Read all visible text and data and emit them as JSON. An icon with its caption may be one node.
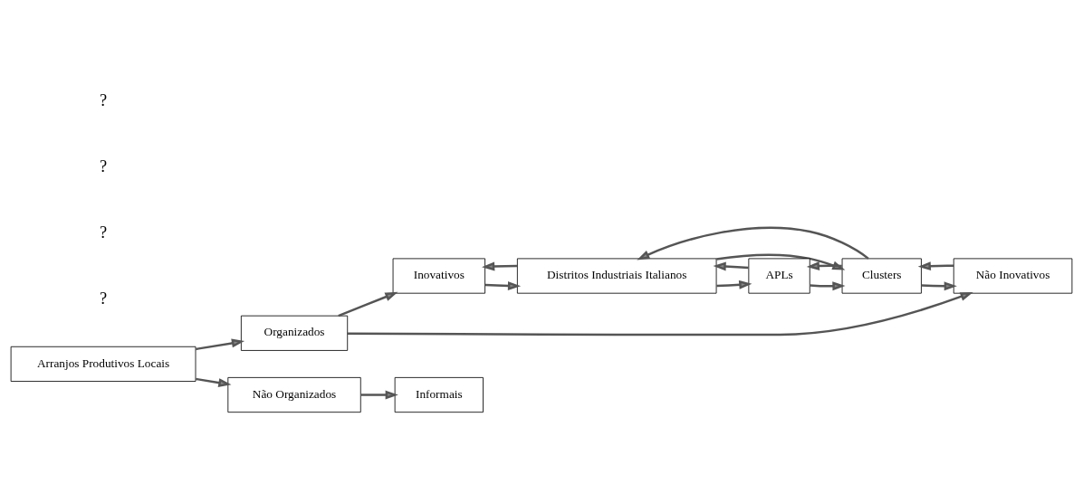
{
  "diagram": {
    "nodes": [
      {
        "text": [
          "Arranjos Produtivos Locais"
        ]
      },
      {
        "text": [
          "Organizados"
        ]
      },
      {
        "text": [
          "Não Organizados"
        ]
      },
      {
        "text": [
          "Informais"
        ]
      },
      {
        "text": [
          "Inovativos"
        ]
      },
      {
        "text": [
          "Não Inovativos"
        ]
      },
      {
        "text": [
          "Distritos Industriais Italianos"
        ]
      },
      {
        "text": [
          "Clusters"
        ]
      },
      {
        "text": [
          "APLs"
        ]
      }
    ],
    "edges": [
      {
        "from": 0,
        "to": 1,
        "arrow": "to"
      },
      {
        "from": 0,
        "to": 2,
        "arrow": "to"
      },
      {
        "from": 2,
        "to": 3,
        "arrow": "to"
      },
      {
        "from": 1,
        "to": 4,
        "arrow": "to"
      },
      {
        "from": 1,
        "to": 5,
        "arrow": "to"
      },
      {
        "from": 4,
        "to": 6,
        "arrow": "to"
      },
      {
        "from": 6,
        "to": 4,
        "arrow": "to"
      },
      {
        "from": 5,
        "to": 7,
        "arrow": "to"
      },
      {
        "from": 7,
        "to": 5,
        "arrow": "to"
      },
      {
        "from": 6,
        "to": 7,
        "arrow": "to"
      },
      {
        "from": 7,
        "to": 6,
        "arrow": "to"
      },
      {
        "from": 6,
        "to": 8,
        "arrow": "to"
      },
      {
        "from": 8,
        "to": 6,
        "arrow": "to"
      },
      {
        "from": 7,
        "to": 8,
        "arrow": "to"
      },
      {
        "from": 8,
        "to": 7,
        "arrow": "to"
      }
    ],
    "labels": [
      "?",
      "?",
      "?",
      "?"
    ]
  }
}
